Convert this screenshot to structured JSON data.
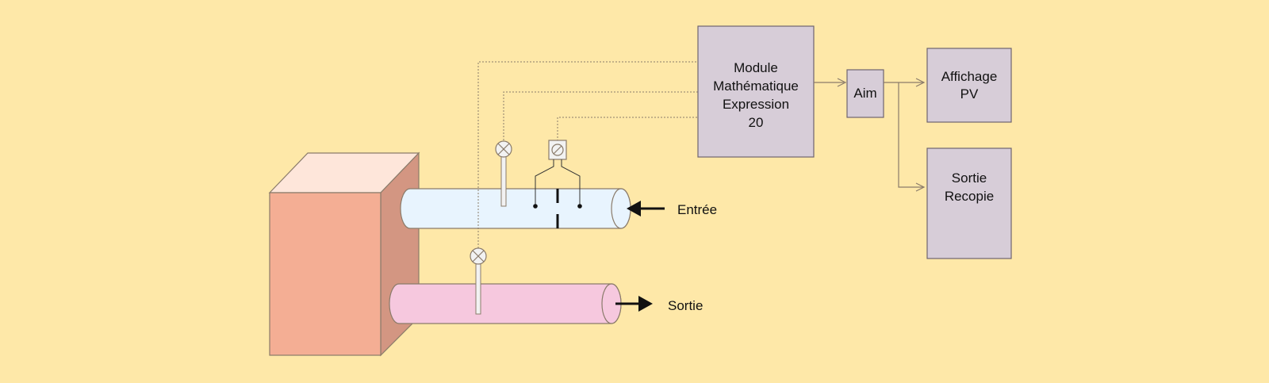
{
  "colors": {
    "background": "#FEE8A8",
    "block_front": "#F4AE94",
    "block_side": "#D39682",
    "block_top": "#FEE6DA",
    "pipe_in": "#E8F4FE",
    "pipe_out": "#F6C8DE",
    "module_fill": "#D7CDD8",
    "line": "#8A7B6A"
  },
  "module": {
    "lines": [
      "Module",
      "Mathématique",
      "Expression",
      "20"
    ]
  },
  "aim": {
    "label": "Aim"
  },
  "affichage": {
    "lines": [
      "Affichage",
      "PV"
    ]
  },
  "sortie_recopie": {
    "lines": [
      "Sortie",
      "Recopie"
    ]
  },
  "inlet": {
    "label": "Entrée"
  },
  "outlet": {
    "label": "Sortie"
  },
  "icons": {
    "inlet_temp_sensor": "temperature-sensor-icon",
    "outlet_temp_sensor": "temperature-sensor-icon",
    "pressure_transmitter": "pressure-transmitter-icon",
    "orifice_plate": "orifice-plate-icon",
    "inlet_arrow": "arrow-left-icon",
    "outlet_arrow": "arrow-right-icon"
  }
}
